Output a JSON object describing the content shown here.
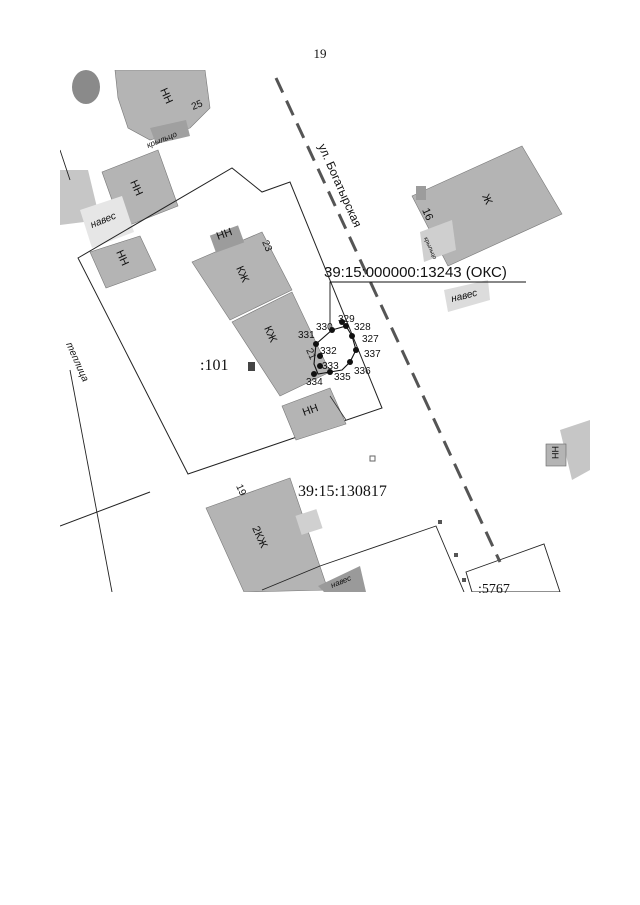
{
  "page": {
    "number": "19"
  },
  "colors": {
    "building": "#b4b4b4",
    "building_dark": "#9e9e9e",
    "line": "#222222",
    "street_dash": "#555555",
    "point": "#111111",
    "paper": "#ffffff"
  },
  "street": {
    "name": "ул. Богатырская"
  },
  "labels": {
    "cadastral_block": "39:15:130817",
    "parcel": ":101",
    "parcel_right": ":5767",
    "oks_object": "39:15:000000:13243 (ОКС)"
  },
  "buildings": [
    {
      "id": "b25",
      "type": "НН",
      "number": "25"
    },
    {
      "id": "b-kryl",
      "type": "",
      "note": "крыльцо"
    },
    {
      "id": "b-left-top",
      "type": "НН"
    },
    {
      "id": "b-left-2",
      "type": "НН"
    },
    {
      "id": "b23",
      "type": "НН",
      "number": "23"
    },
    {
      "id": "b23-main",
      "type": "КЖ"
    },
    {
      "id": "b23-back",
      "type": "КЖ",
      "number": "21"
    },
    {
      "id": "b-small-low",
      "type": "НН"
    },
    {
      "id": "b-right",
      "type": "Ж",
      "number": "16"
    },
    {
      "id": "b-right-small",
      "type": "НН"
    },
    {
      "id": "b19",
      "type": "2КЖ",
      "number": "19"
    }
  ],
  "annotations": [
    {
      "id": "naves-left",
      "text": "навес"
    },
    {
      "id": "naves-right",
      "text": "навес"
    },
    {
      "id": "teplitsa",
      "text": "теплица"
    },
    {
      "id": "kryltso-right",
      "text": "крыльцо"
    },
    {
      "id": "naves-bottom",
      "text": "навес"
    }
  ],
  "boundary_points": [
    "327",
    "328",
    "329",
    "330",
    "331",
    "332",
    "333",
    "334",
    "335",
    "336",
    "337"
  ]
}
